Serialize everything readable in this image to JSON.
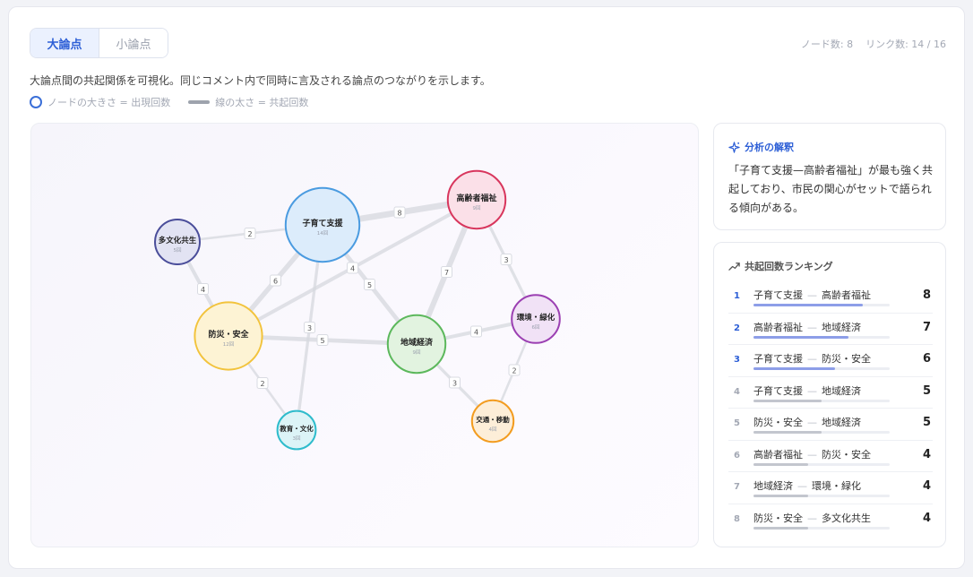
{
  "tabs": [
    {
      "label": "大論点",
      "active": true
    },
    {
      "label": "小論点",
      "active": false
    }
  ],
  "stats": {
    "nodes": "ノード数: 8",
    "links": "リンク数: 14 / 16"
  },
  "description": "大論点間の共起関係を可視化。同じコメント内で同時に言及される論点のつながりを示します。",
  "legend": {
    "node_size": "ノードの大きさ = 出現回数",
    "line_width": "線の太さ = 共起回数"
  },
  "graph": {
    "nodes": [
      {
        "id": "kosodate",
        "label": "子育て支援",
        "sub": "14回",
        "color": "#4a9be0",
        "fill": "#dcecfb",
        "count": 14
      },
      {
        "id": "koreisha",
        "label": "高齢者福祉",
        "sub": "9回",
        "color": "#d8365d",
        "fill": "#fbe0e8",
        "count": 9
      },
      {
        "id": "tabunka",
        "label": "多文化共生",
        "sub": "5回",
        "color": "#4a4d9a",
        "fill": "#e2e3f3",
        "count": 5
      },
      {
        "id": "bosai",
        "label": "防災・安全",
        "sub": "12回",
        "color": "#f2c33c",
        "fill": "#fdf3d4",
        "count": 12
      },
      {
        "id": "chiiki",
        "label": "地域経済",
        "sub": "9回",
        "color": "#5cb85c",
        "fill": "#e2f3e0",
        "count": 9
      },
      {
        "id": "kankyo",
        "label": "環境・緑化",
        "sub": "6回",
        "color": "#9b3fb2",
        "fill": "#f1e2f6",
        "count": 6
      },
      {
        "id": "kyoiku",
        "label": "教育・文化",
        "sub": "3回",
        "color": "#2fbccc",
        "fill": "#dcf4f7",
        "count": 3
      },
      {
        "id": "kotsu",
        "label": "交通・移動",
        "sub": "4回",
        "color": "#f39c1f",
        "fill": "#fdeed8",
        "count": 4
      }
    ],
    "links": [
      {
        "source": "kosodate",
        "target": "koreisha",
        "weight": 8
      },
      {
        "source": "koreisha",
        "target": "chiiki",
        "weight": 7
      },
      {
        "source": "kosodate",
        "target": "bosai",
        "weight": 6
      },
      {
        "source": "kosodate",
        "target": "chiiki",
        "weight": 5
      },
      {
        "source": "bosai",
        "target": "chiiki",
        "weight": 5
      },
      {
        "source": "koreisha",
        "target": "bosai",
        "weight": 4
      },
      {
        "source": "chiiki",
        "target": "kankyo",
        "weight": 4
      },
      {
        "source": "bosai",
        "target": "tabunka",
        "weight": 4
      },
      {
        "source": "kosodate",
        "target": "kyoiku",
        "weight": 3
      },
      {
        "source": "koreisha",
        "target": "kankyo",
        "weight": 3
      },
      {
        "source": "chiiki",
        "target": "kotsu",
        "weight": 3
      },
      {
        "source": "tabunka",
        "target": "kosodate",
        "weight": 2
      },
      {
        "source": "bosai",
        "target": "kyoiku",
        "weight": 2
      },
      {
        "source": "kankyo",
        "target": "kotsu",
        "weight": 2
      }
    ]
  },
  "insight": {
    "title": "分析の解釈",
    "body": "「子育て支援—高齢者福祉」が最も強く共起しており、市民の関心がセットで語られる傾向がある。"
  },
  "ranking": {
    "title": "共起回数ランキング",
    "dash": "—",
    "items": [
      {
        "rank": "1",
        "a": "子育て支援",
        "b": "高齢者福祉",
        "count": "8",
        "share": 0.8
      },
      {
        "rank": "2",
        "a": "高齢者福祉",
        "b": "地域経済",
        "count": "7",
        "share": 0.7
      },
      {
        "rank": "3",
        "a": "子育て支援",
        "b": "防災・安全",
        "count": "6",
        "share": 0.6
      },
      {
        "rank": "4",
        "a": "子育て支援",
        "b": "地域経済",
        "count": "5",
        "share": 0.5
      },
      {
        "rank": "5",
        "a": "防災・安全",
        "b": "地域経済",
        "count": "5",
        "share": 0.5
      },
      {
        "rank": "6",
        "a": "高齢者福祉",
        "b": "防災・安全",
        "count": "4",
        "share": 0.4
      },
      {
        "rank": "7",
        "a": "地域経済",
        "b": "環境・緑化",
        "count": "4",
        "share": 0.4
      },
      {
        "rank": "8",
        "a": "防災・安全",
        "b": "多文化共生",
        "count": "4",
        "share": 0.4
      }
    ]
  },
  "colors": {
    "accent": "#2d5fd6",
    "bar_top": "#8d9ee8",
    "bar_rest": "#c3c6ce",
    "rank_top": "#2d5fd6",
    "rank_rest": "#a3a8b4"
  }
}
